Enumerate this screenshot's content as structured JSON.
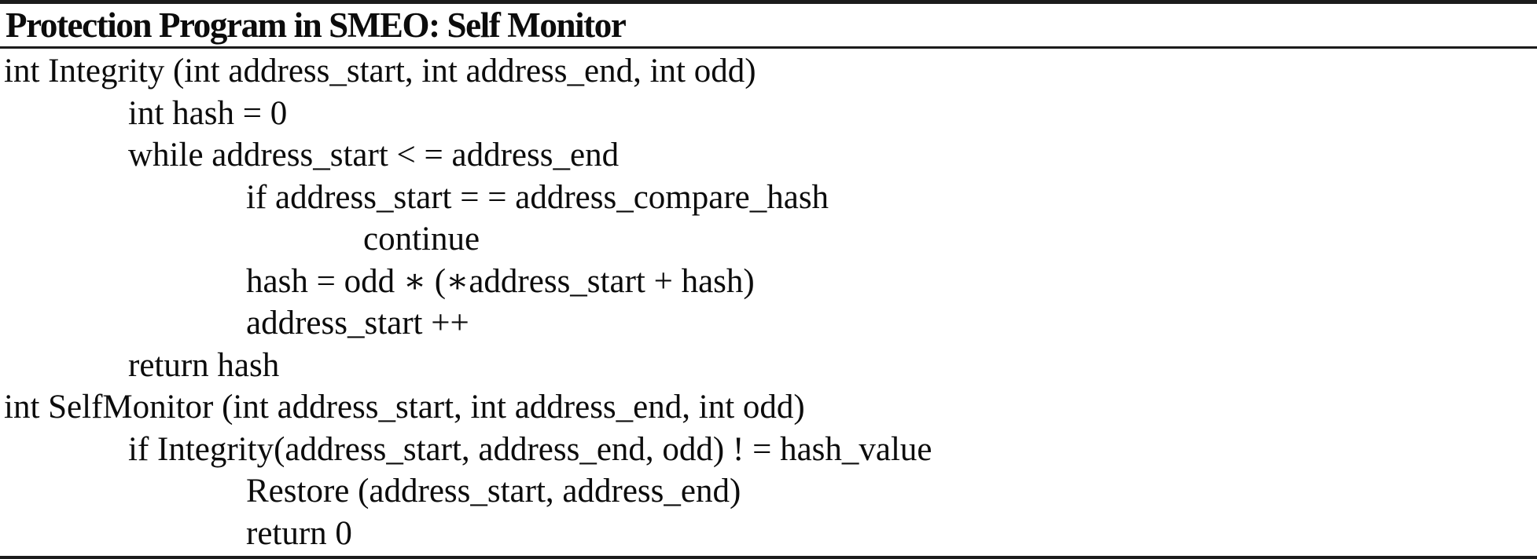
{
  "algorithm": {
    "title": "Protection Program in SMEO: Self Monitor",
    "lines": [
      {
        "text": "int Integrity (int address_start, int address_end, int odd)",
        "indent": 0
      },
      {
        "text": "int hash = 0",
        "indent": 1
      },
      {
        "text": "while address_start < = address_end",
        "indent": 1
      },
      {
        "text": "if address_start = = address_compare_hash",
        "indent": 2
      },
      {
        "text": "continue",
        "indent": 3
      },
      {
        "text": "hash = odd ∗ (∗address_start + hash)",
        "indent": 2
      },
      {
        "text": "address_start ++",
        "indent": 2
      },
      {
        "text": "return hash",
        "indent": 1
      },
      {
        "text": "int SelfMonitor (int address_start, int address_end, int odd)",
        "indent": 0
      },
      {
        "text": "if Integrity(address_start, address_end, odd) ! = hash_value",
        "indent": 1
      },
      {
        "text": "Restore (address_start, address_end)",
        "indent": 2
      },
      {
        "text": "return 0",
        "indent": 2
      }
    ],
    "colors": {
      "text": "#0c0c0c",
      "rule": "#1c1c1c",
      "background": "#ffffff"
    }
  }
}
